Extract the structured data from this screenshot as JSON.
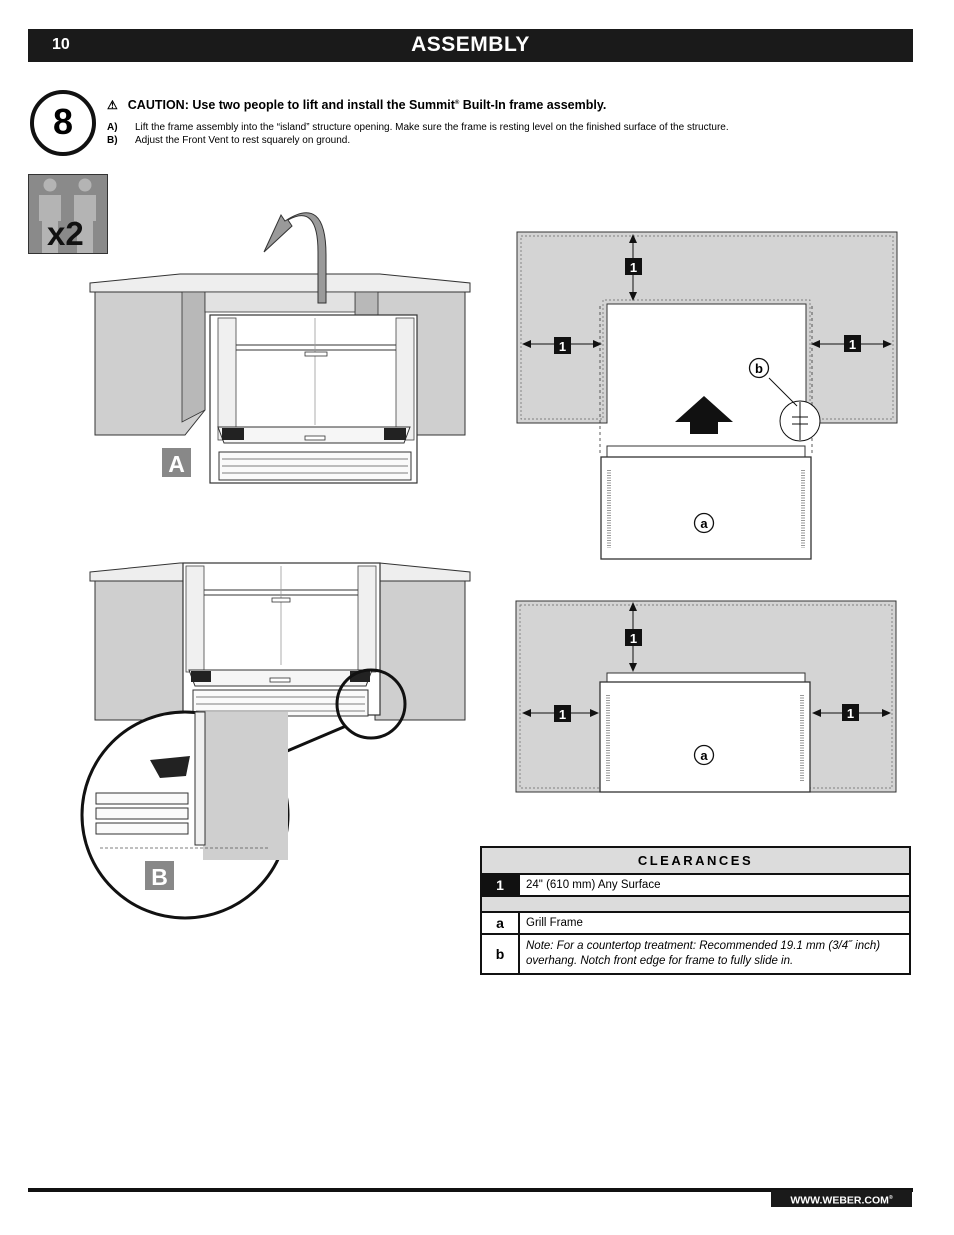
{
  "header": {
    "page_number": "10",
    "title": "ASSEMBLY"
  },
  "step": {
    "number": "8",
    "caution_icon": "warning-triangle-icon",
    "caution_before": "CAUTION: Use two people to lift and install the Summit",
    "caution_reg": "®",
    "caution_after": " Built-In frame assembly.",
    "items": [
      {
        "label": "A)",
        "text": "Lift the frame assembly into the “island” structure opening. Make sure the frame is resting level on the finished surface of the structure."
      },
      {
        "label": "B)",
        "text": "Adjust the Front Vent to rest squarely on ground."
      }
    ]
  },
  "people_badge": {
    "icon": "two-people-icon",
    "text": "x2"
  },
  "figures": {
    "label_a": "A",
    "label_b": "B",
    "clearance_marker": "1",
    "frame_marker": "a",
    "overhang_marker": "b"
  },
  "clearances": {
    "title": "CLEARANCES",
    "rows": [
      {
        "key": "1",
        "text": "24\" (610 mm) Any Surface"
      },
      {
        "key": "a",
        "text": "Grill Frame"
      },
      {
        "key": "b",
        "text": "Note: For a countertop treatment: Recommended 19.1 mm (3/4˝ inch) overhang. Notch front edge for frame to fully slide in."
      }
    ]
  },
  "footer": {
    "url": "WWW.WEBER.COM",
    "reg": "®"
  }
}
